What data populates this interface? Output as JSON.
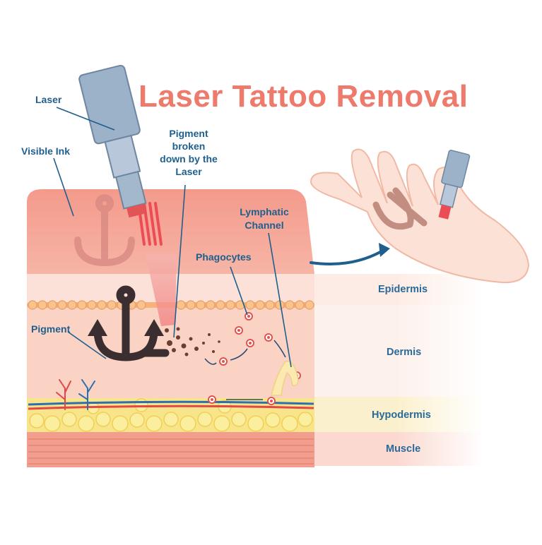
{
  "title": "Laser Tattoo Removal",
  "labels": {
    "laser": "Laser",
    "visible_ink": "Visible Ink",
    "pigment_broken_1": "Pigment",
    "pigment_broken_2": "broken",
    "pigment_broken_3": "down by the",
    "pigment_broken_4": "Laser",
    "lymphatic_1": "Lymphatic",
    "lymphatic_2": "Channel",
    "phagocytes": "Phagocytes",
    "pigment": "Pigment"
  },
  "layers": {
    "epidermis": "Epidermis",
    "dermis": "Dermis",
    "hypodermis": "Hypodermis",
    "muscle": "Muscle"
  },
  "colors": {
    "title": "#ee7a6c",
    "label": "#1e5f8e",
    "skin_top": "#f3a396",
    "dermis": "#fbd9cc",
    "fat": "#f7e07a",
    "muscle": "#f19d8e",
    "laser_beam": "#ee4f55"
  }
}
